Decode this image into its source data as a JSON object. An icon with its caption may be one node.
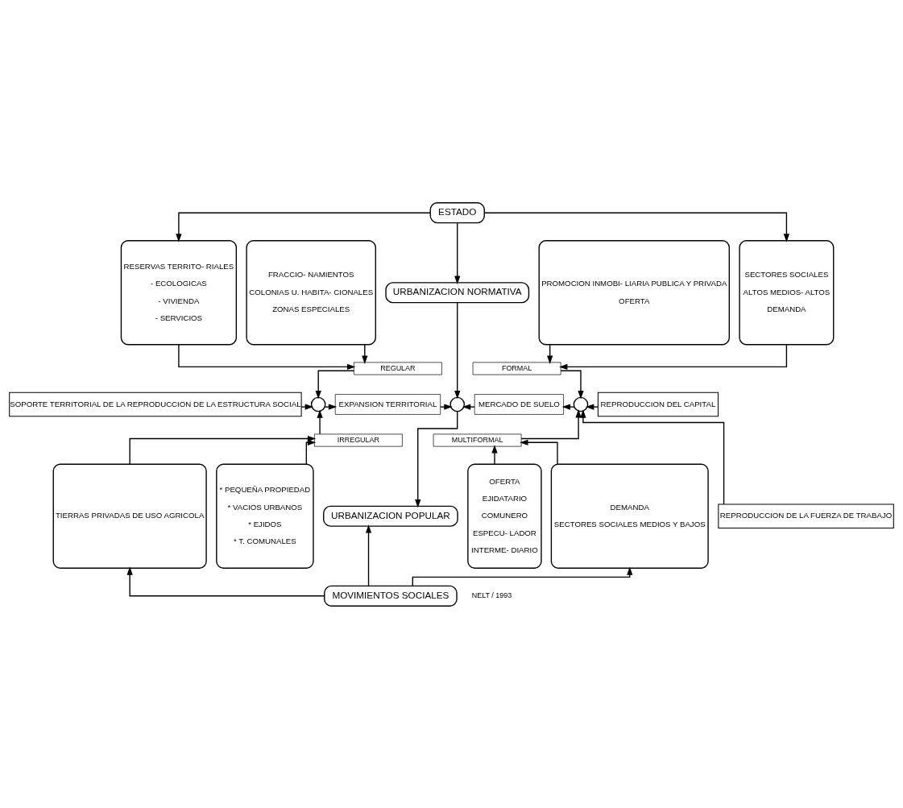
{
  "diagram": {
    "nodes": [
      {
        "text": [
          "ESTADO"
        ]
      },
      {
        "text": [
          "RESERVAS TERRITO- RIALES",
          "- ECOLOGICAS",
          "- VIVIENDA",
          "- SERVICIOS"
        ]
      },
      {
        "text": [
          "FRACCIO- NAMIENTOS",
          "COLONIAS U. HABITA- CIONALES",
          "ZONAS ESPECIALES"
        ]
      },
      {
        "text": [
          "URBANIZACION NORMATIVA"
        ]
      },
      {
        "text": [
          "PROMOCION INMOBI- LIARIA PUBLICA Y PRIVADA",
          "OFERTA"
        ]
      },
      {
        "text": [
          "SECTORES SOCIALES",
          "ALTOS MEDIOS- ALTOS",
          "DEMANDA"
        ]
      },
      {
        "text": [
          "REGULAR"
        ]
      },
      {
        "text": [
          "FORMAL"
        ]
      },
      {
        "text": [],
        "shape": "circle"
      },
      {
        "text": [
          "EXPANSION TERRITORIAL"
        ]
      },
      {
        "text": [],
        "shape": "circle"
      },
      {
        "text": [
          "MERCADO DE SUELO"
        ]
      },
      {
        "text": [],
        "shape": "circle"
      },
      {
        "text": [
          "IRREGULAR"
        ]
      },
      {
        "text": [
          "MULTIFORMAL"
        ]
      },
      {
        "text": [
          "TIERRAS PRIVADAS DE USO AGRICOLA"
        ]
      },
      {
        "text": [
          "* PEQUEÑA PROPIEDAD",
          "* VACIOS URBANOS",
          "* EJIDOS",
          "* T. COMUNALES"
        ]
      },
      {
        "text": [
          "URBANIZACION POPULAR"
        ]
      },
      {
        "text": [
          "OFERTA",
          "EJIDATARIO",
          "COMUNERO",
          "ESPECU- LADOR",
          "INTERME- DIARIO"
        ]
      },
      {
        "text": [
          "DEMANDA",
          "SECTORES SOCIALES MEDIOS Y BAJOS"
        ]
      },
      {
        "text": [
          "MOVIMIENTOS SOCIALES"
        ]
      },
      {
        "text": [
          "SOPORTE TERRITORIAL DE LA REPRODUCCION DE LA ESTRUCTURA SOCIAL"
        ]
      },
      {
        "text": [
          "REPRODUCCION DEL CAPITAL"
        ]
      },
      {
        "text": [
          "REPRODUCCION DE LA FUERZA DE TRABAJO"
        ]
      }
    ],
    "edges": [
      {
        "from": 0,
        "to": 1,
        "arrow": "to"
      },
      {
        "from": 0,
        "to": 3,
        "arrow": "to"
      },
      {
        "from": 0,
        "to": 5,
        "arrow": "to"
      },
      {
        "from": 1,
        "to": 6,
        "arrow": "to"
      },
      {
        "from": 2,
        "to": 6,
        "arrow": "to"
      },
      {
        "from": 4,
        "to": 7,
        "arrow": "to"
      },
      {
        "from": 5,
        "to": 7,
        "arrow": "to"
      },
      {
        "from": 6,
        "to": 8,
        "arrow": "to"
      },
      {
        "from": 13,
        "to": 8,
        "arrow": "to"
      },
      {
        "from": 21,
        "to": 8,
        "arrow": "to"
      },
      {
        "from": 8,
        "to": 9,
        "arrow": "to"
      },
      {
        "from": 9,
        "to": 10,
        "arrow": "to"
      },
      {
        "from": 3,
        "to": 10,
        "arrow": "to"
      },
      {
        "from": 11,
        "to": 10,
        "arrow": "to"
      },
      {
        "from": 10,
        "to": 17,
        "arrow": "to"
      },
      {
        "from": 12,
        "to": 11,
        "arrow": "to"
      },
      {
        "from": 7,
        "to": 12,
        "arrow": "to"
      },
      {
        "from": 14,
        "to": 12,
        "arrow": "to"
      },
      {
        "from": 22,
        "to": 12,
        "arrow": "to"
      },
      {
        "from": 23,
        "to": 12,
        "arrow": "to"
      },
      {
        "from": 15,
        "to": 13,
        "arrow": "to"
      },
      {
        "from": 16,
        "to": 13,
        "arrow": "to"
      },
      {
        "from": 18,
        "to": 14,
        "arrow": "to"
      },
      {
        "from": 19,
        "to": 14,
        "arrow": "to"
      },
      {
        "from": 20,
        "to": 17,
        "arrow": "to"
      },
      {
        "from": 20,
        "to": 15,
        "arrow": "to"
      },
      {
        "from": 20,
        "to": 19,
        "arrow": "to"
      }
    ],
    "labels": [
      "NELT / 1993"
    ]
  }
}
